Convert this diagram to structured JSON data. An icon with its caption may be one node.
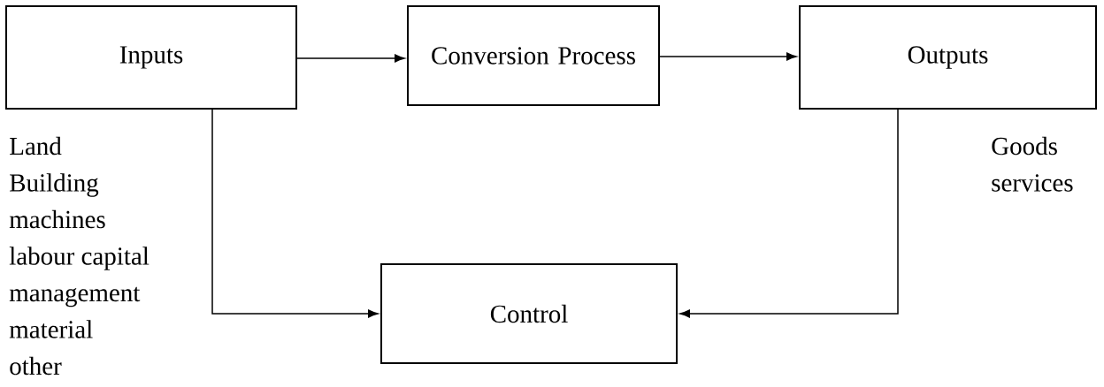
{
  "diagram": {
    "nodes": [
      {
        "text": [
          "Inputs"
        ],
        "beside": [
          "Land",
          "Building",
          "machines",
          "labour capital",
          "management",
          "material",
          "other"
        ]
      },
      {
        "text": [
          "Conversion Process"
        ]
      },
      {
        "text": [
          "Outputs"
        ],
        "beside": [
          "Goods",
          "services"
        ]
      },
      {
        "text": [
          "Control"
        ]
      }
    ],
    "edges": [
      {
        "from": 0,
        "to": 1,
        "arrow": "to"
      },
      {
        "from": 1,
        "to": 2,
        "arrow": "to"
      },
      {
        "from": 0,
        "to": 3,
        "arrow": "to"
      },
      {
        "from": 2,
        "to": 3,
        "arrow": "to"
      }
    ]
  }
}
